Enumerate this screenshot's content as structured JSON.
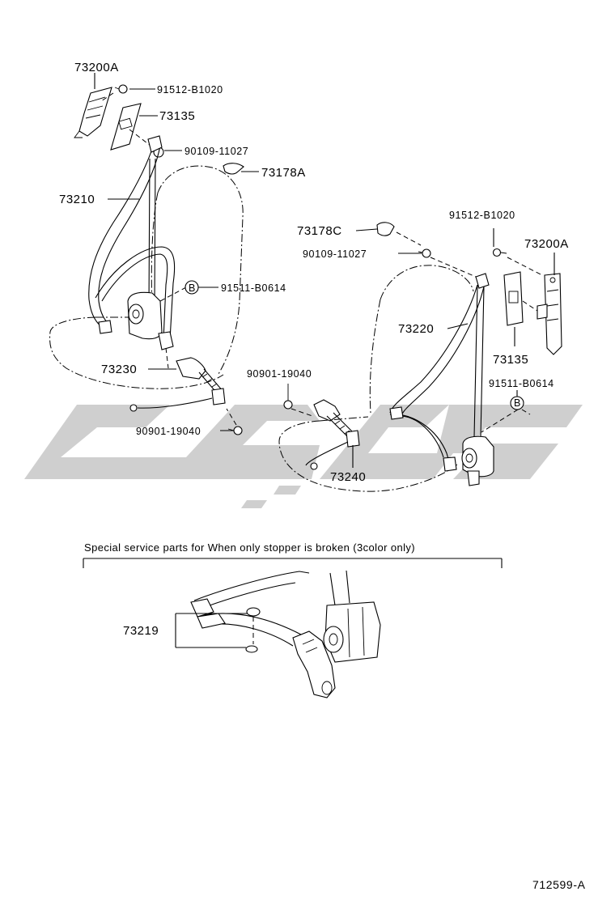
{
  "colors": {
    "line": "#000000",
    "watermark": "#cfcfcf",
    "background": "#ffffff"
  },
  "watermark": {
    "icon": "brand-watermark-logo"
  },
  "left_assembly": {
    "labels": {
      "anchor_plate": "73200A",
      "bolt_top": "91512-B1020",
      "cover": "73135",
      "bolt_anchor": "90109-11027",
      "clip": "73178A",
      "belt": "73210",
      "retractor_bolt": "91511-B0614",
      "retractor_ref": "B",
      "buckle": "73230",
      "buckle_bolt_upper": "90901-19040",
      "buckle_bolt_lower": "90901-19040"
    }
  },
  "right_assembly": {
    "labels": {
      "clip": "73178C",
      "bolt_top": "91512-B1020",
      "bolt_anchor": "90109-11027",
      "anchor_plate": "73200A",
      "belt": "73220",
      "cover": "73135",
      "retractor_bolt": "91511-B0614",
      "retractor_ref": "B",
      "buckle": "73240"
    }
  },
  "special_parts": {
    "note": "Special service parts for When only stopper is broken (3color only)",
    "part_number": "73219"
  },
  "reference_code": "712599-A"
}
